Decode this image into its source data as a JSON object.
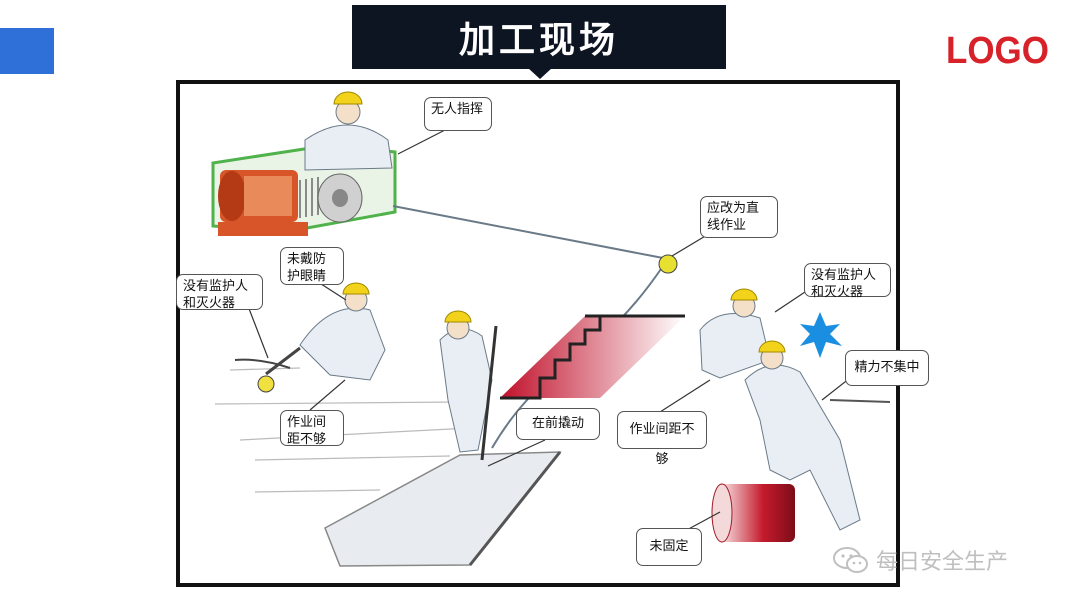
{
  "header": {
    "title": "加工现场",
    "logo": "LOGO"
  },
  "colors": {
    "accent_block": "#2f6fd8",
    "title_bg": "#0e1522",
    "logo": "#d8222a",
    "helmet": "#f2d21a",
    "machine_red": "#d8552a",
    "machine_green": "#4fb24a"
  },
  "callouts": {
    "no_commander": "无人指挥",
    "straight_line": "应改为直线作业",
    "no_goggles": "未戴防护眼睛",
    "no_monitor_left": "没有监护人和灭火器",
    "no_monitor_right": "没有监护人和灭火器",
    "distance_left": "作业间距不够",
    "shaking": "在前撬动",
    "distance_right": "作业间距不够",
    "not_focused": "精力不集中",
    "not_fixed": "未固定"
  },
  "watermark": {
    "text": "每日安全生产",
    "icon": "wechat-icon"
  }
}
